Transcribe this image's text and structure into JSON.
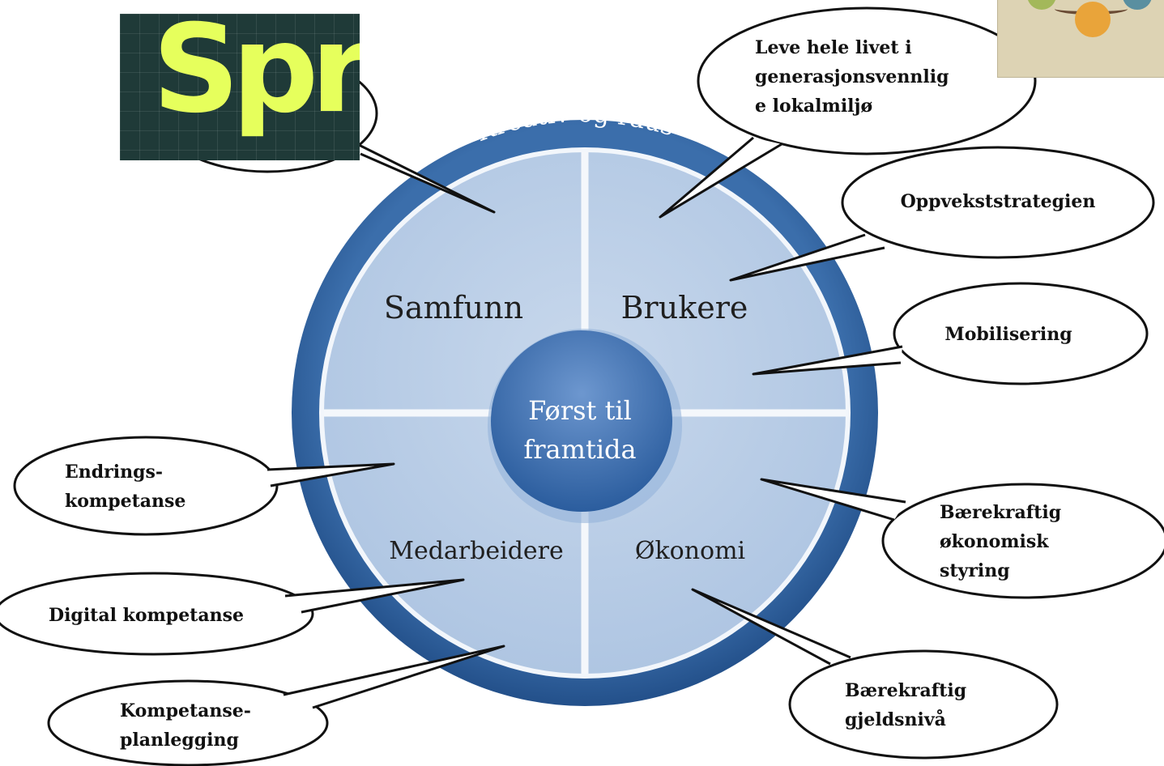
{
  "logo": {
    "text": "Spr"
  },
  "ring_label": "Kreativ og raus",
  "center": {
    "lines": [
      "Først til",
      "framtida"
    ]
  },
  "quadrants": [
    {
      "id": "samfunn",
      "label": "Samfunn"
    },
    {
      "id": "brukere",
      "label": "Brukere"
    },
    {
      "id": "medarbeidere",
      "label": "Medarbeidere"
    },
    {
      "id": "okonomi",
      "label": "Økonomi"
    }
  ],
  "callouts": [
    {
      "id": "lokalmiljo",
      "lines": [
        "Leve hele livet i",
        "generasjonsvennlig",
        "e lokalmiljø"
      ]
    },
    {
      "id": "oppvekst",
      "lines": [
        "Oppvekststrategien"
      ]
    },
    {
      "id": "mobilisering",
      "lines": [
        "Mobilisering"
      ]
    },
    {
      "id": "baerekraftig-styring",
      "lines": [
        "Bærekraftig",
        "økonomisk",
        "styring"
      ]
    },
    {
      "id": "gjeldsniva",
      "lines": [
        "Bærekraftig",
        "gjeldsnivå"
      ]
    },
    {
      "id": "endring",
      "lines": [
        "Endrings-",
        "kompetanse"
      ]
    },
    {
      "id": "digital",
      "lines": [
        "Digital kompetanse"
      ]
    },
    {
      "id": "planlegging",
      "lines": [
        "Kompetanse-",
        "planlegging"
      ]
    }
  ],
  "colors": {
    "ring": "#2f5f9a",
    "inner": "#bfd1e8",
    "center": "#3f6fae",
    "logo_bg": "#1f3a38",
    "logo_text": "#e6ff5c"
  }
}
